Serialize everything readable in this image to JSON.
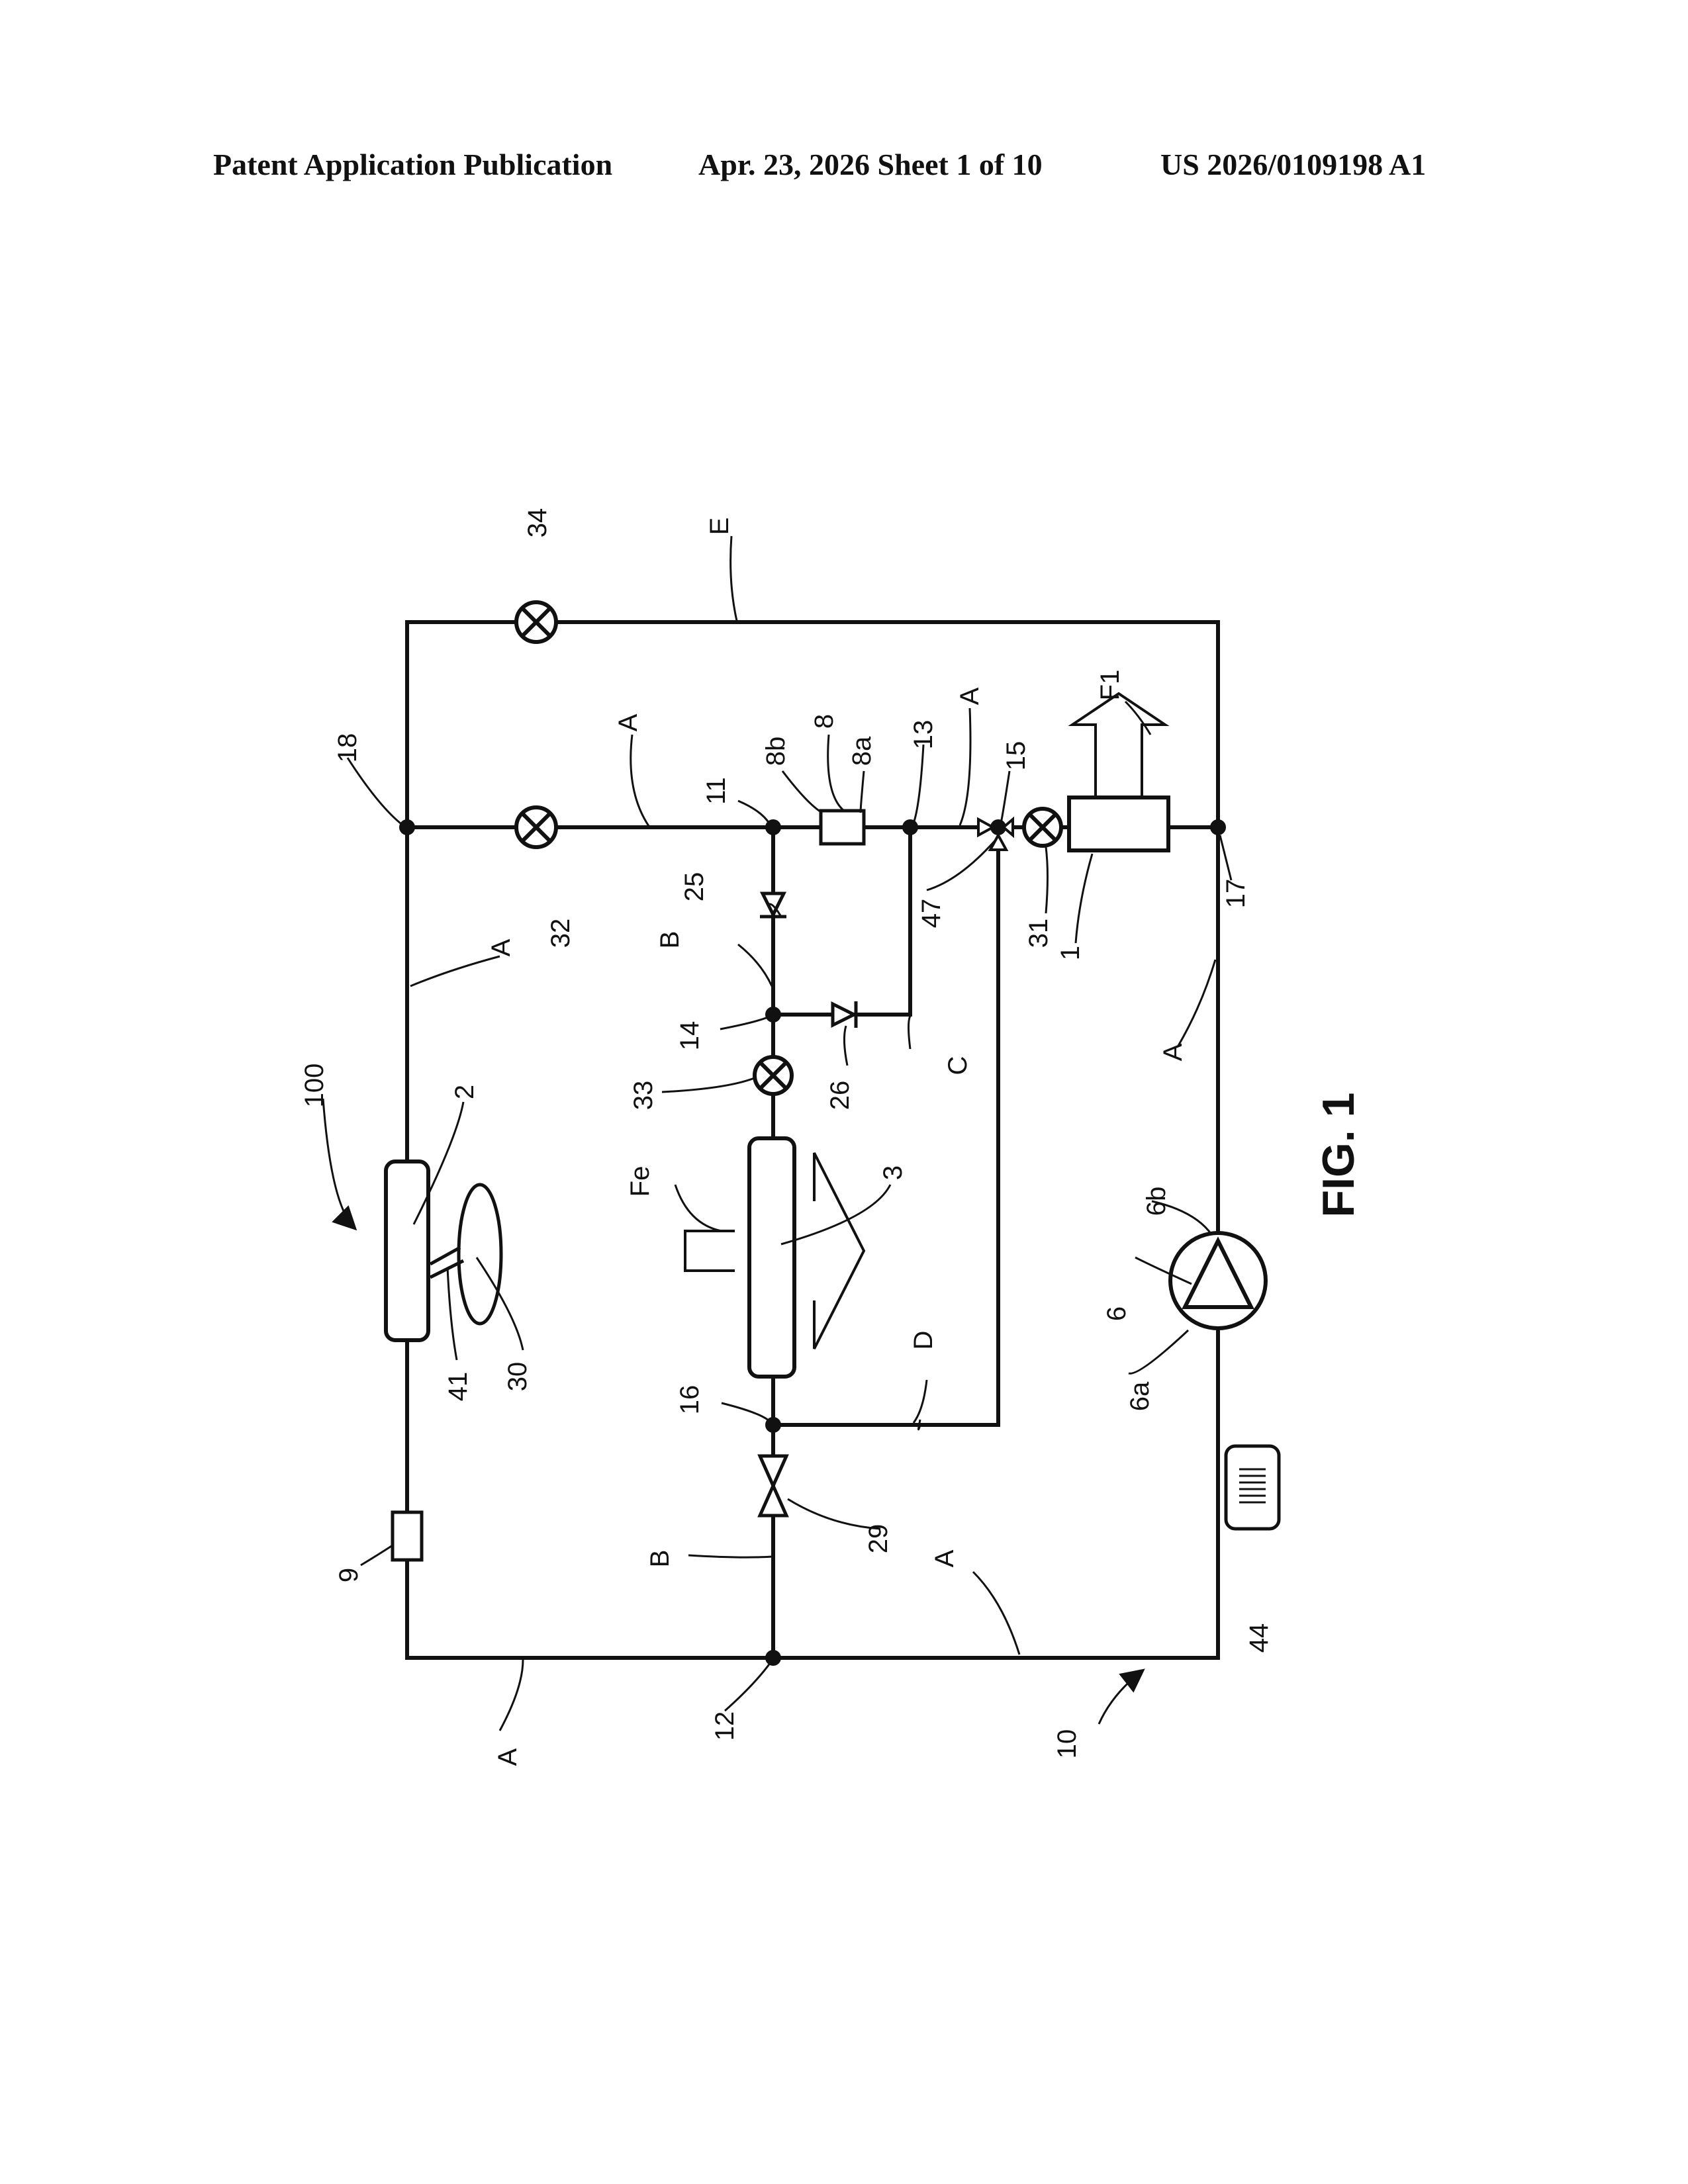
{
  "header": {
    "publication": "Patent Application Publication",
    "date_sheet": "Apr. 23, 2026  Sheet 1 of 10",
    "pub_number": "US 2026/0109198 A1"
  },
  "figure": {
    "title": "FIG. 1",
    "labels": {
      "r100": "100",
      "r2": "2",
      "r3": "3",
      "r41": "41",
      "r30": "30",
      "r9": "9",
      "rA_left": "A",
      "rA_upper": "A",
      "rA_top": "A",
      "rA_top2": "A",
      "rA_right": "A",
      "rA_bottom": "A",
      "rB_upper": "B",
      "rB_lower": "B",
      "rC": "C",
      "rD": "D",
      "rE": "E",
      "r10": "10",
      "r11": "11",
      "r12": "12",
      "r13": "13",
      "r14": "14",
      "r15": "15",
      "r16": "16",
      "r17": "17",
      "r18": "18",
      "r25": "25",
      "r26": "26",
      "r29": "29",
      "r31": "31",
      "r32": "32",
      "r33": "33",
      "r34": "34",
      "r44": "44",
      "r47": "47",
      "r6": "6",
      "r6a": "6a",
      "r6b": "6b",
      "r8": "8",
      "r8a": "8a",
      "r8b": "8b",
      "r1": "1",
      "rFe": "Fe",
      "rF1": "F1"
    }
  }
}
